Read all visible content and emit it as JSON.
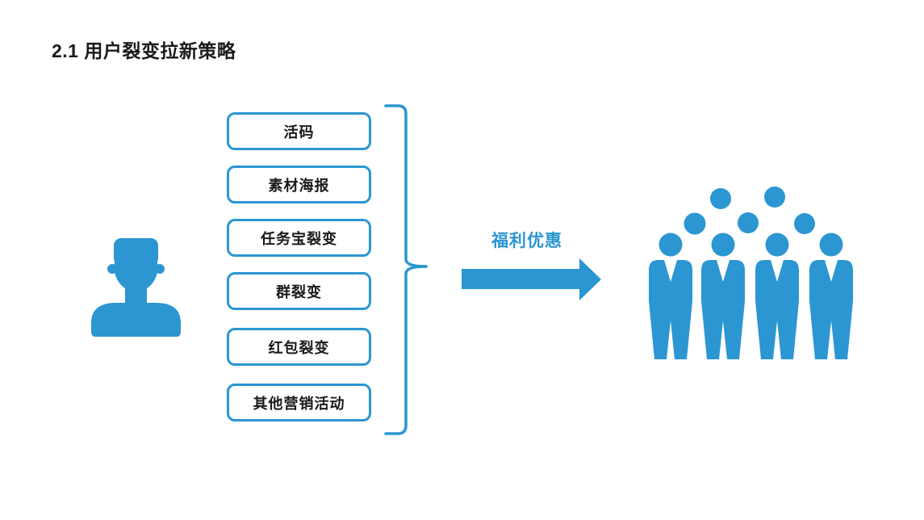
{
  "page": {
    "title": "2.1 用户裂变拉新策略",
    "background_color": "#FFFFFF"
  },
  "colors": {
    "accent_blue": "#2B96D2",
    "text_dark": "#1A1A1A"
  },
  "strategy_boxes": [
    "活码",
    "素材海报",
    "任务宝裂变",
    "群裂变",
    "红包裂变",
    "其他营销活动"
  ],
  "arrow": {
    "label": "福利优惠",
    "direction": "right"
  },
  "icons": {
    "left_figure": "single-user-icon",
    "group_brace": "curly-brace-icon",
    "flow_arrow": "arrow-right-icon",
    "right_figure": "user-group-icon",
    "user_group_front_figures": 4,
    "user_group_back_heads": 5
  }
}
